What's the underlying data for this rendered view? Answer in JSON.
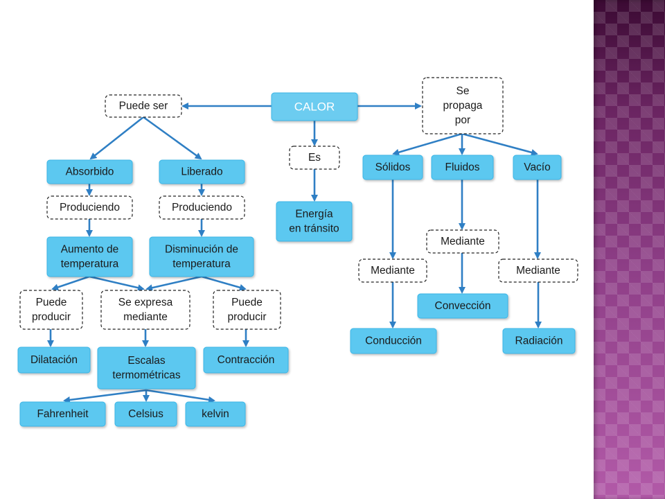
{
  "diagram": {
    "root": "CALOR",
    "left_link": "Puede ser",
    "center_link": "Es",
    "right_link": [
      "Se",
      "propaga",
      "por"
    ],
    "types": [
      "Absorbido",
      "Liberado"
    ],
    "producing": [
      "Produciendo",
      "Produciendo"
    ],
    "effects": [
      [
        "Aumento de",
        "temperatura"
      ],
      [
        "Disminución de",
        "temperatura"
      ]
    ],
    "can_produce": [
      [
        "Puede",
        "producir"
      ],
      [
        "Puede",
        "producir"
      ]
    ],
    "expressed_by": [
      "Se expresa",
      "mediante"
    ],
    "results": [
      "Dilatación",
      "Contracción"
    ],
    "scales_title": [
      "Escalas",
      "termométricas"
    ],
    "scales": [
      "Fahrenheit",
      "Celsius",
      "kelvin"
    ],
    "energy": [
      "Energía",
      "en tránsito"
    ],
    "media": [
      "Sólidos",
      "Fluidos",
      "Vacío"
    ],
    "via": [
      "Mediante",
      "Mediante",
      "Mediante"
    ],
    "mechanisms": [
      "Conducción",
      "Convección",
      "Radiación"
    ]
  },
  "colors": {
    "box_fill": "#5bc8f0",
    "box_border": "#3ab5e6",
    "root_fill": "#6cccf0",
    "arrow": "#2f7fc4",
    "dashed_border": "#222222",
    "text": "#1a1a1a",
    "root_text": "#ffffff"
  }
}
